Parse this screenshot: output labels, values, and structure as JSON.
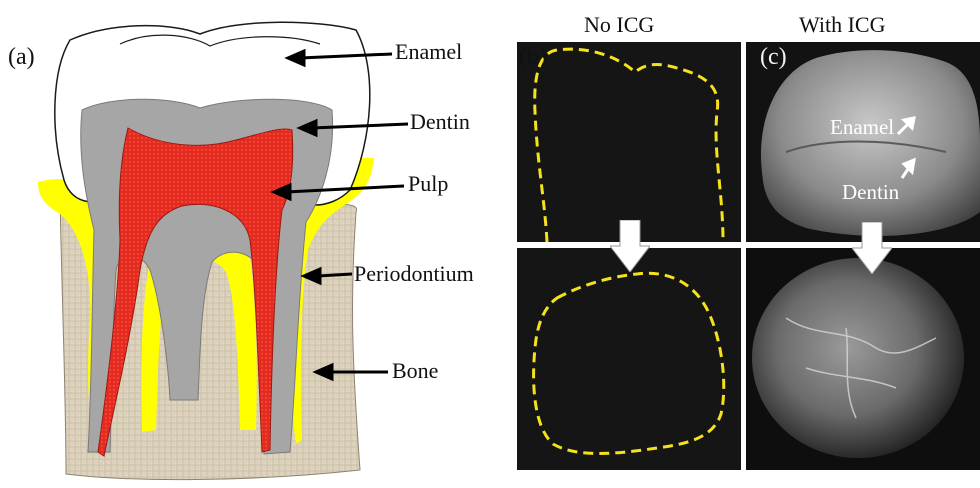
{
  "panel_a": {
    "letter": "(a)",
    "labels": {
      "enamel": "Enamel",
      "dentin": "Dentin",
      "pulp": "Pulp",
      "periodontium": "Periodontium",
      "bone": "Bone"
    }
  },
  "headers": {
    "no_icg": "No ICG",
    "with_icg": "With ICG"
  },
  "panel_b": {
    "letter": "(b)"
  },
  "panel_c": {
    "letter": "(c)",
    "enamel": "Enamel",
    "dentin": "Dentin"
  },
  "colors": {
    "enamel": "#ffffff",
    "dentin": "#a6a6a6",
    "pulp": "#e8281e",
    "periodontium": "#ffff00",
    "bone": "#d9cdb6",
    "outline_dashed": "#f5e21b",
    "photo_bg": "#121212"
  }
}
